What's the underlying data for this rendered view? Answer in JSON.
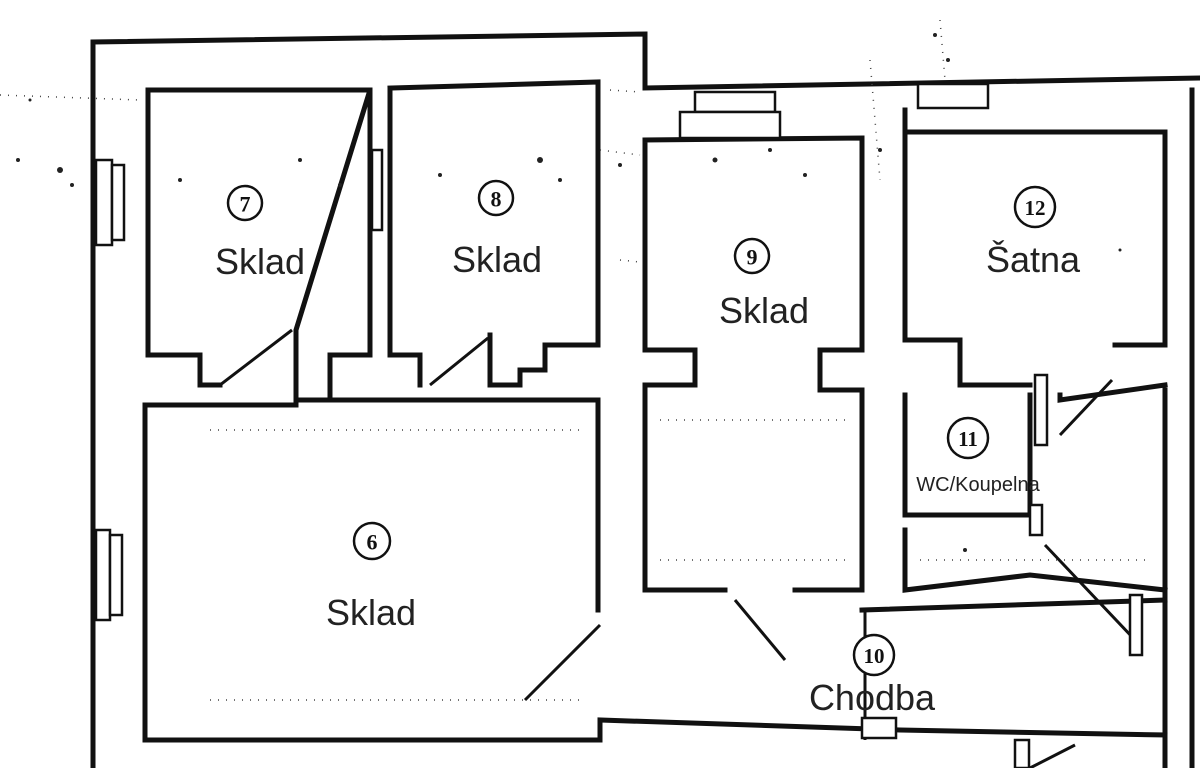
{
  "rooms": [
    {
      "id": "r7",
      "number": "7",
      "label": "Sklad"
    },
    {
      "id": "r8",
      "number": "8",
      "label": "Sklad"
    },
    {
      "id": "r9",
      "number": "9",
      "label": "Sklad"
    },
    {
      "id": "r12",
      "number": "12",
      "label": "Šatna"
    },
    {
      "id": "r11",
      "number": "11",
      "label": "WC/Koupelna"
    },
    {
      "id": "r6",
      "number": "6",
      "label": "Sklad"
    },
    {
      "id": "r10",
      "number": "10",
      "label": "Chodba"
    }
  ]
}
